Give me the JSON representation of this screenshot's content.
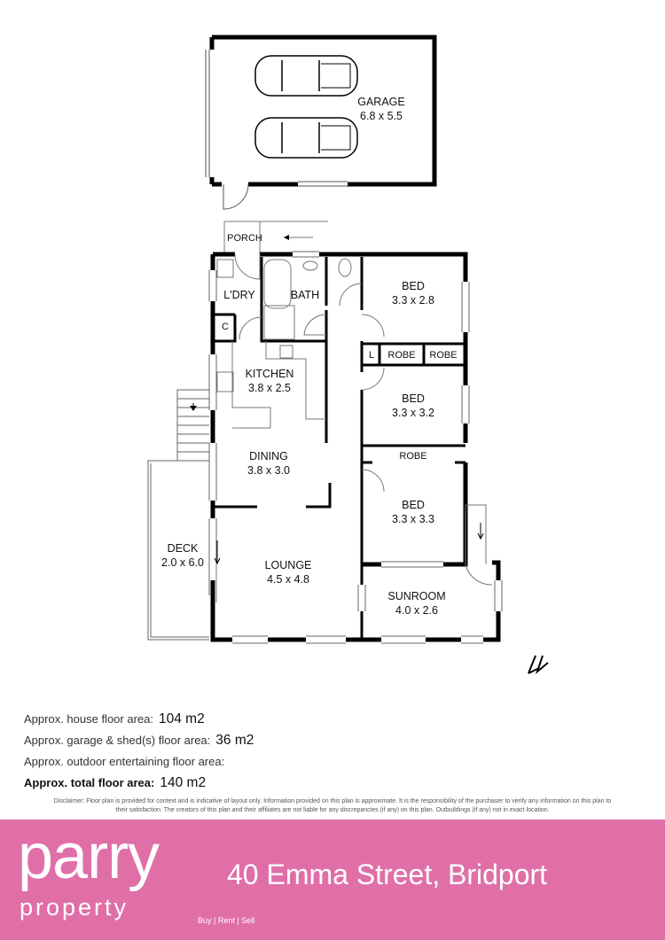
{
  "rooms": {
    "garage": {
      "name": "GARAGE",
      "size": "6.8 x 5.5"
    },
    "porch": {
      "name": "PORCH"
    },
    "laundry": {
      "name": "L'DRY"
    },
    "bath": {
      "name": "BATH"
    },
    "cupboard": {
      "name": "C"
    },
    "linen": {
      "name": "L"
    },
    "kitchen": {
      "name": "KITCHEN",
      "size": "3.8 x 2.5"
    },
    "dining": {
      "name": "DINING",
      "size": "3.8 x 3.0"
    },
    "lounge": {
      "name": "LOUNGE",
      "size": "4.5 x 4.8"
    },
    "deck": {
      "name": "DECK",
      "size": "2.0 x 6.0"
    },
    "bed1": {
      "name": "BED",
      "size": "3.3 x 2.8"
    },
    "bed2": {
      "name": "BED",
      "size": "3.3 x 3.2"
    },
    "bed3": {
      "name": "BED",
      "size": "3.3 x 3.3"
    },
    "robe1": {
      "name": "ROBE"
    },
    "robe2": {
      "name": "ROBE"
    },
    "robe3": {
      "name": "ROBE"
    },
    "sunroom": {
      "name": "SUNROOM",
      "size": "4.0 x 2.6"
    }
  },
  "areas": {
    "house_label": "Approx. house floor area:",
    "house_value": "104 m2",
    "garage_label": "Approx. garage & shed(s) floor area:",
    "garage_value": "36 m2",
    "outdoor_label": "Approx. outdoor entertaining floor area:",
    "total_label": "Approx. total floor area:",
    "total_value": "140 m2"
  },
  "disclaimer": "Disclaimer: Floor plan is provided for context and is indicative of layout only. Information provided on this plan is approximate. It is the responsibility of the purchaser to verify any information on this plan to their satisfaction. The creators of this plan and their affiliates are not liable for any discrepancies (if any) on this plan. Outbuildings (if any) not in exact location.",
  "banner": {
    "logo_top": "parry",
    "logo_bottom": "property",
    "address": "40 Emma Street, Bridport",
    "tagline": "Buy | Rent | Sell",
    "color": "#e06fa8"
  },
  "compass_icon": "north-arrow-icon"
}
